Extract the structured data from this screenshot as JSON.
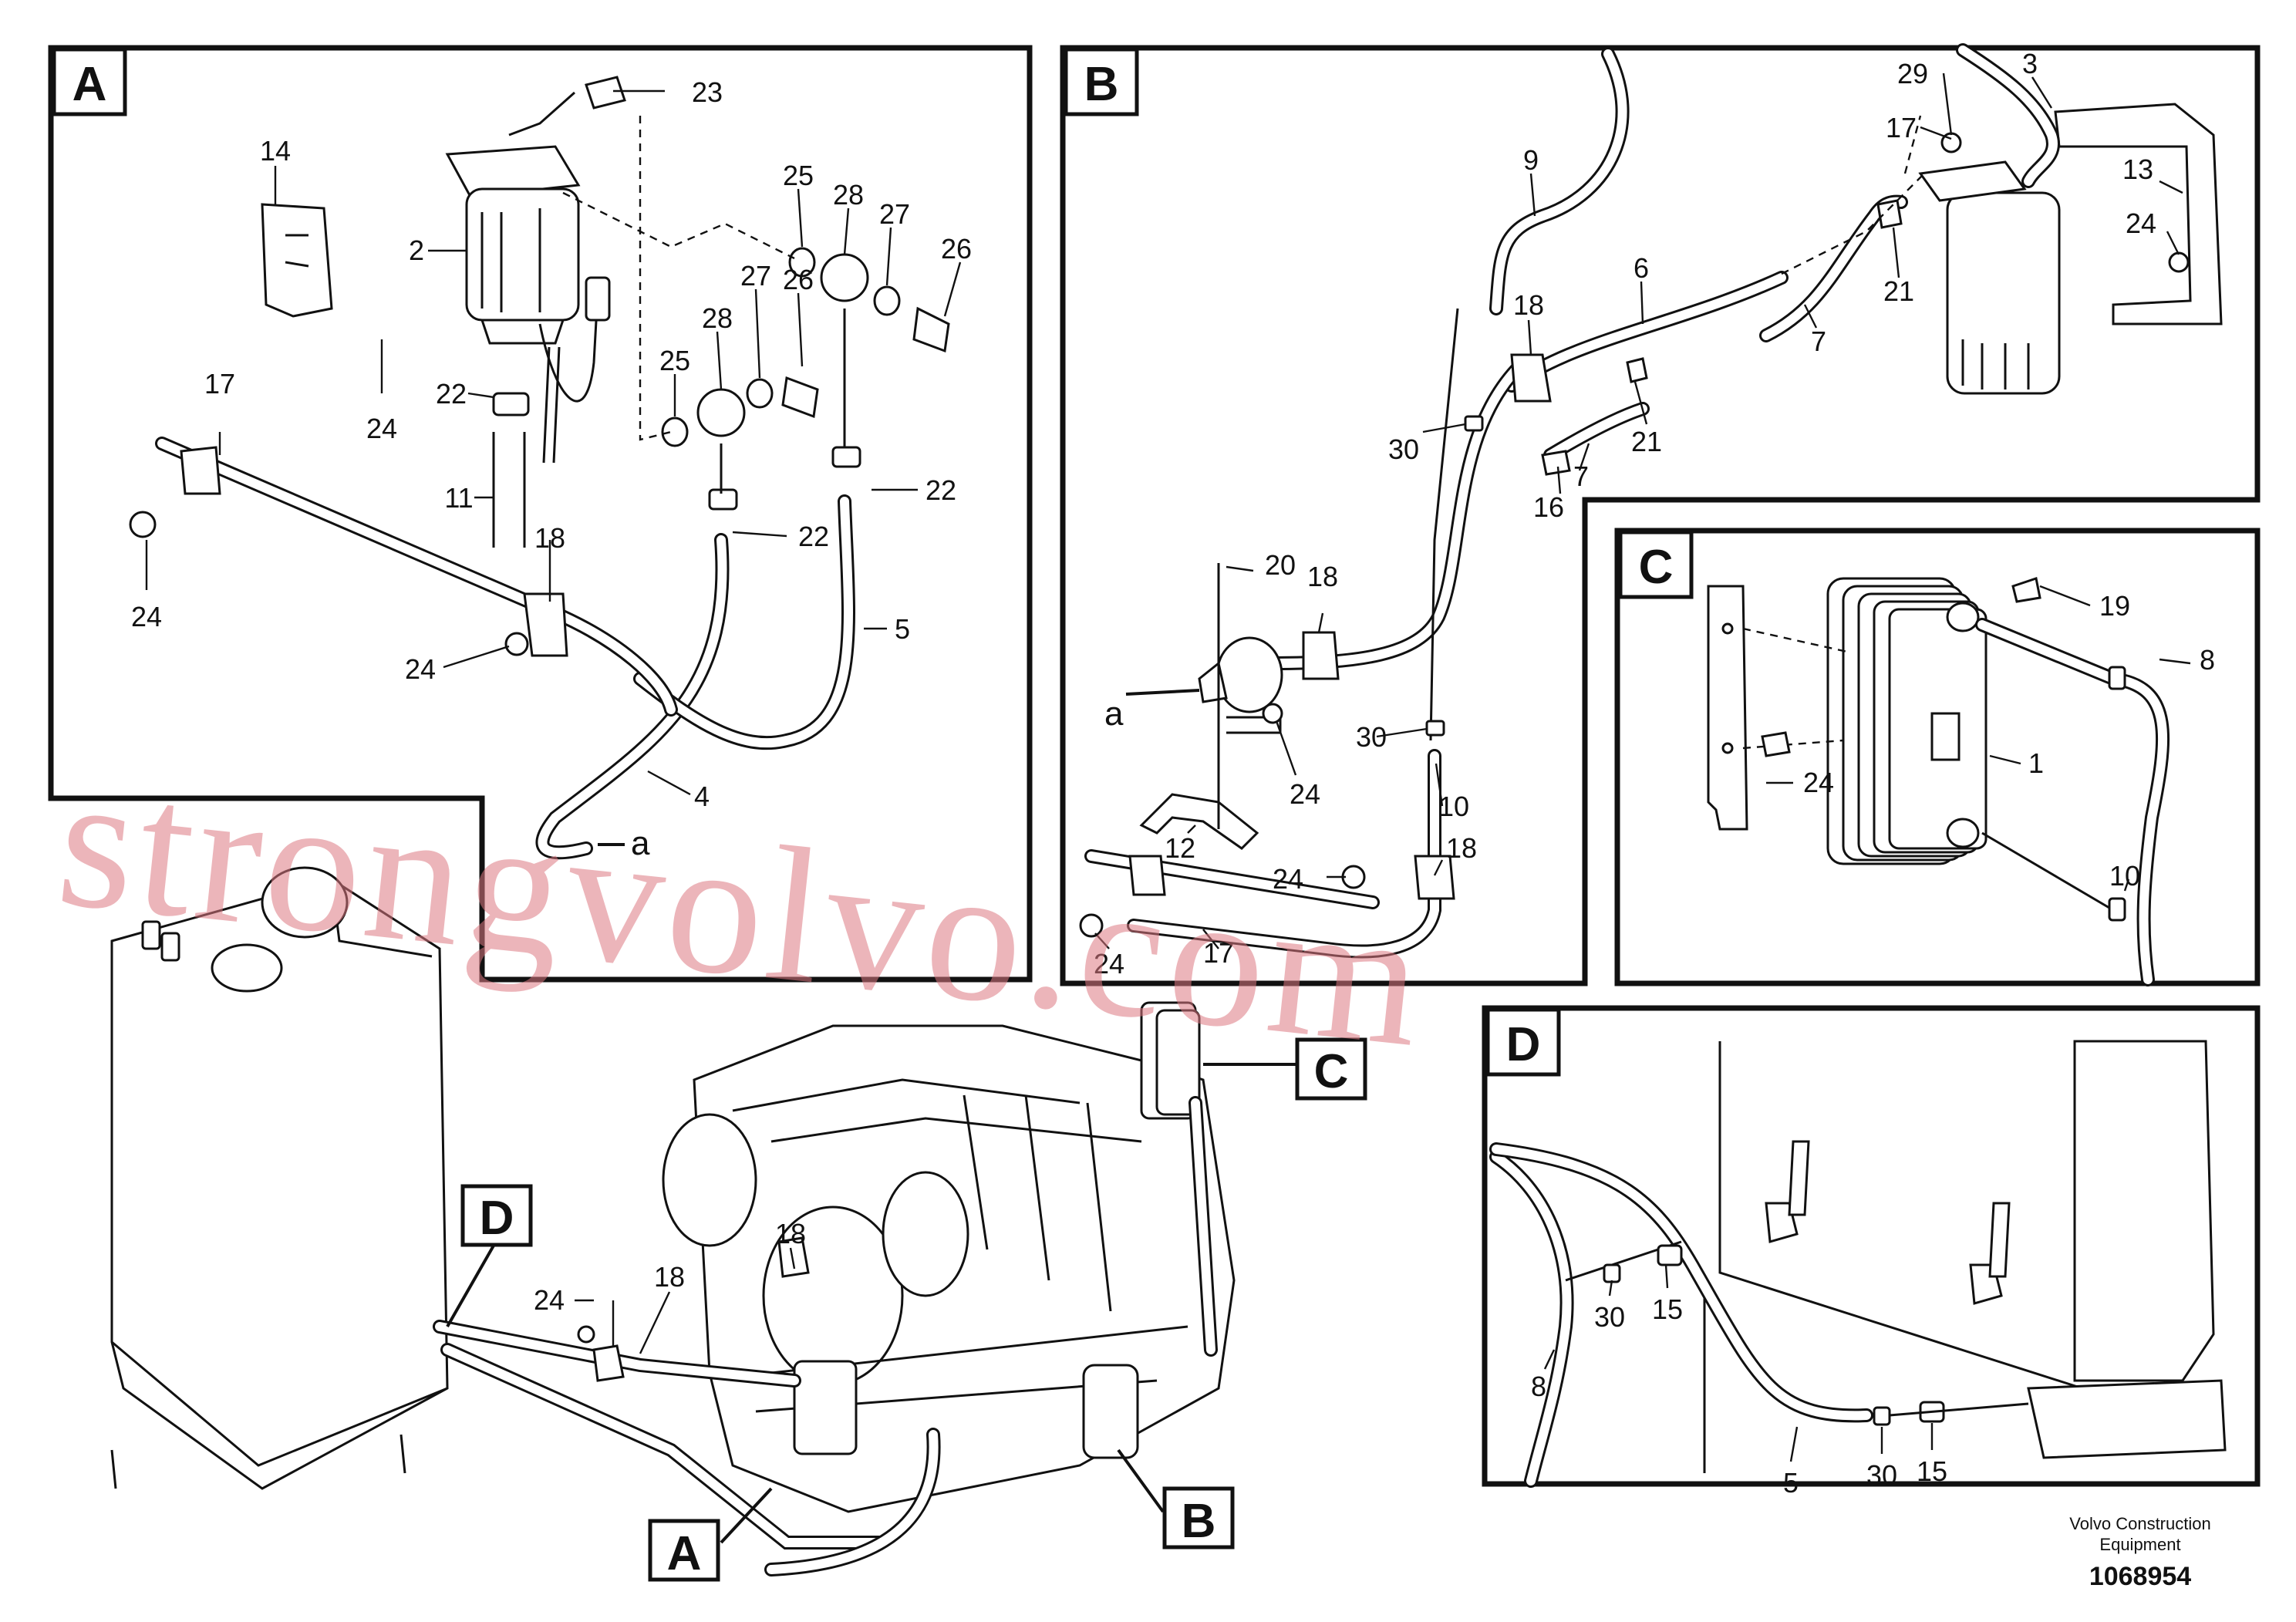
{
  "sections": {
    "A": "A",
    "B": "B",
    "C": "C",
    "D": "D"
  },
  "callouts_A": [
    "23",
    "14",
    "2",
    "24",
    "22",
    "11",
    "17",
    "24",
    "18",
    "24",
    "25",
    "28",
    "27",
    "26",
    "25",
    "28",
    "27",
    "26",
    "22",
    "22",
    "5",
    "4",
    "a"
  ],
  "callouts_B": [
    "29",
    "3",
    "17",
    "13",
    "24",
    "9",
    "6",
    "18",
    "21",
    "7",
    "30",
    "21",
    "7",
    "16",
    "20",
    "18",
    "a",
    "24",
    "30",
    "10",
    "12",
    "24",
    "18",
    "24",
    "17"
  ],
  "callouts_C": [
    "19",
    "8",
    "1",
    "24",
    "10"
  ],
  "callouts_D": [
    "30",
    "15",
    "8",
    "5",
    "30",
    "15"
  ],
  "callouts_main": [
    "18",
    "18",
    "24"
  ],
  "watermark": "strongvolvo.com",
  "footer": {
    "company_line1": "Volvo Construction",
    "company_line2": "Equipment",
    "drawing_number": "1068954"
  }
}
